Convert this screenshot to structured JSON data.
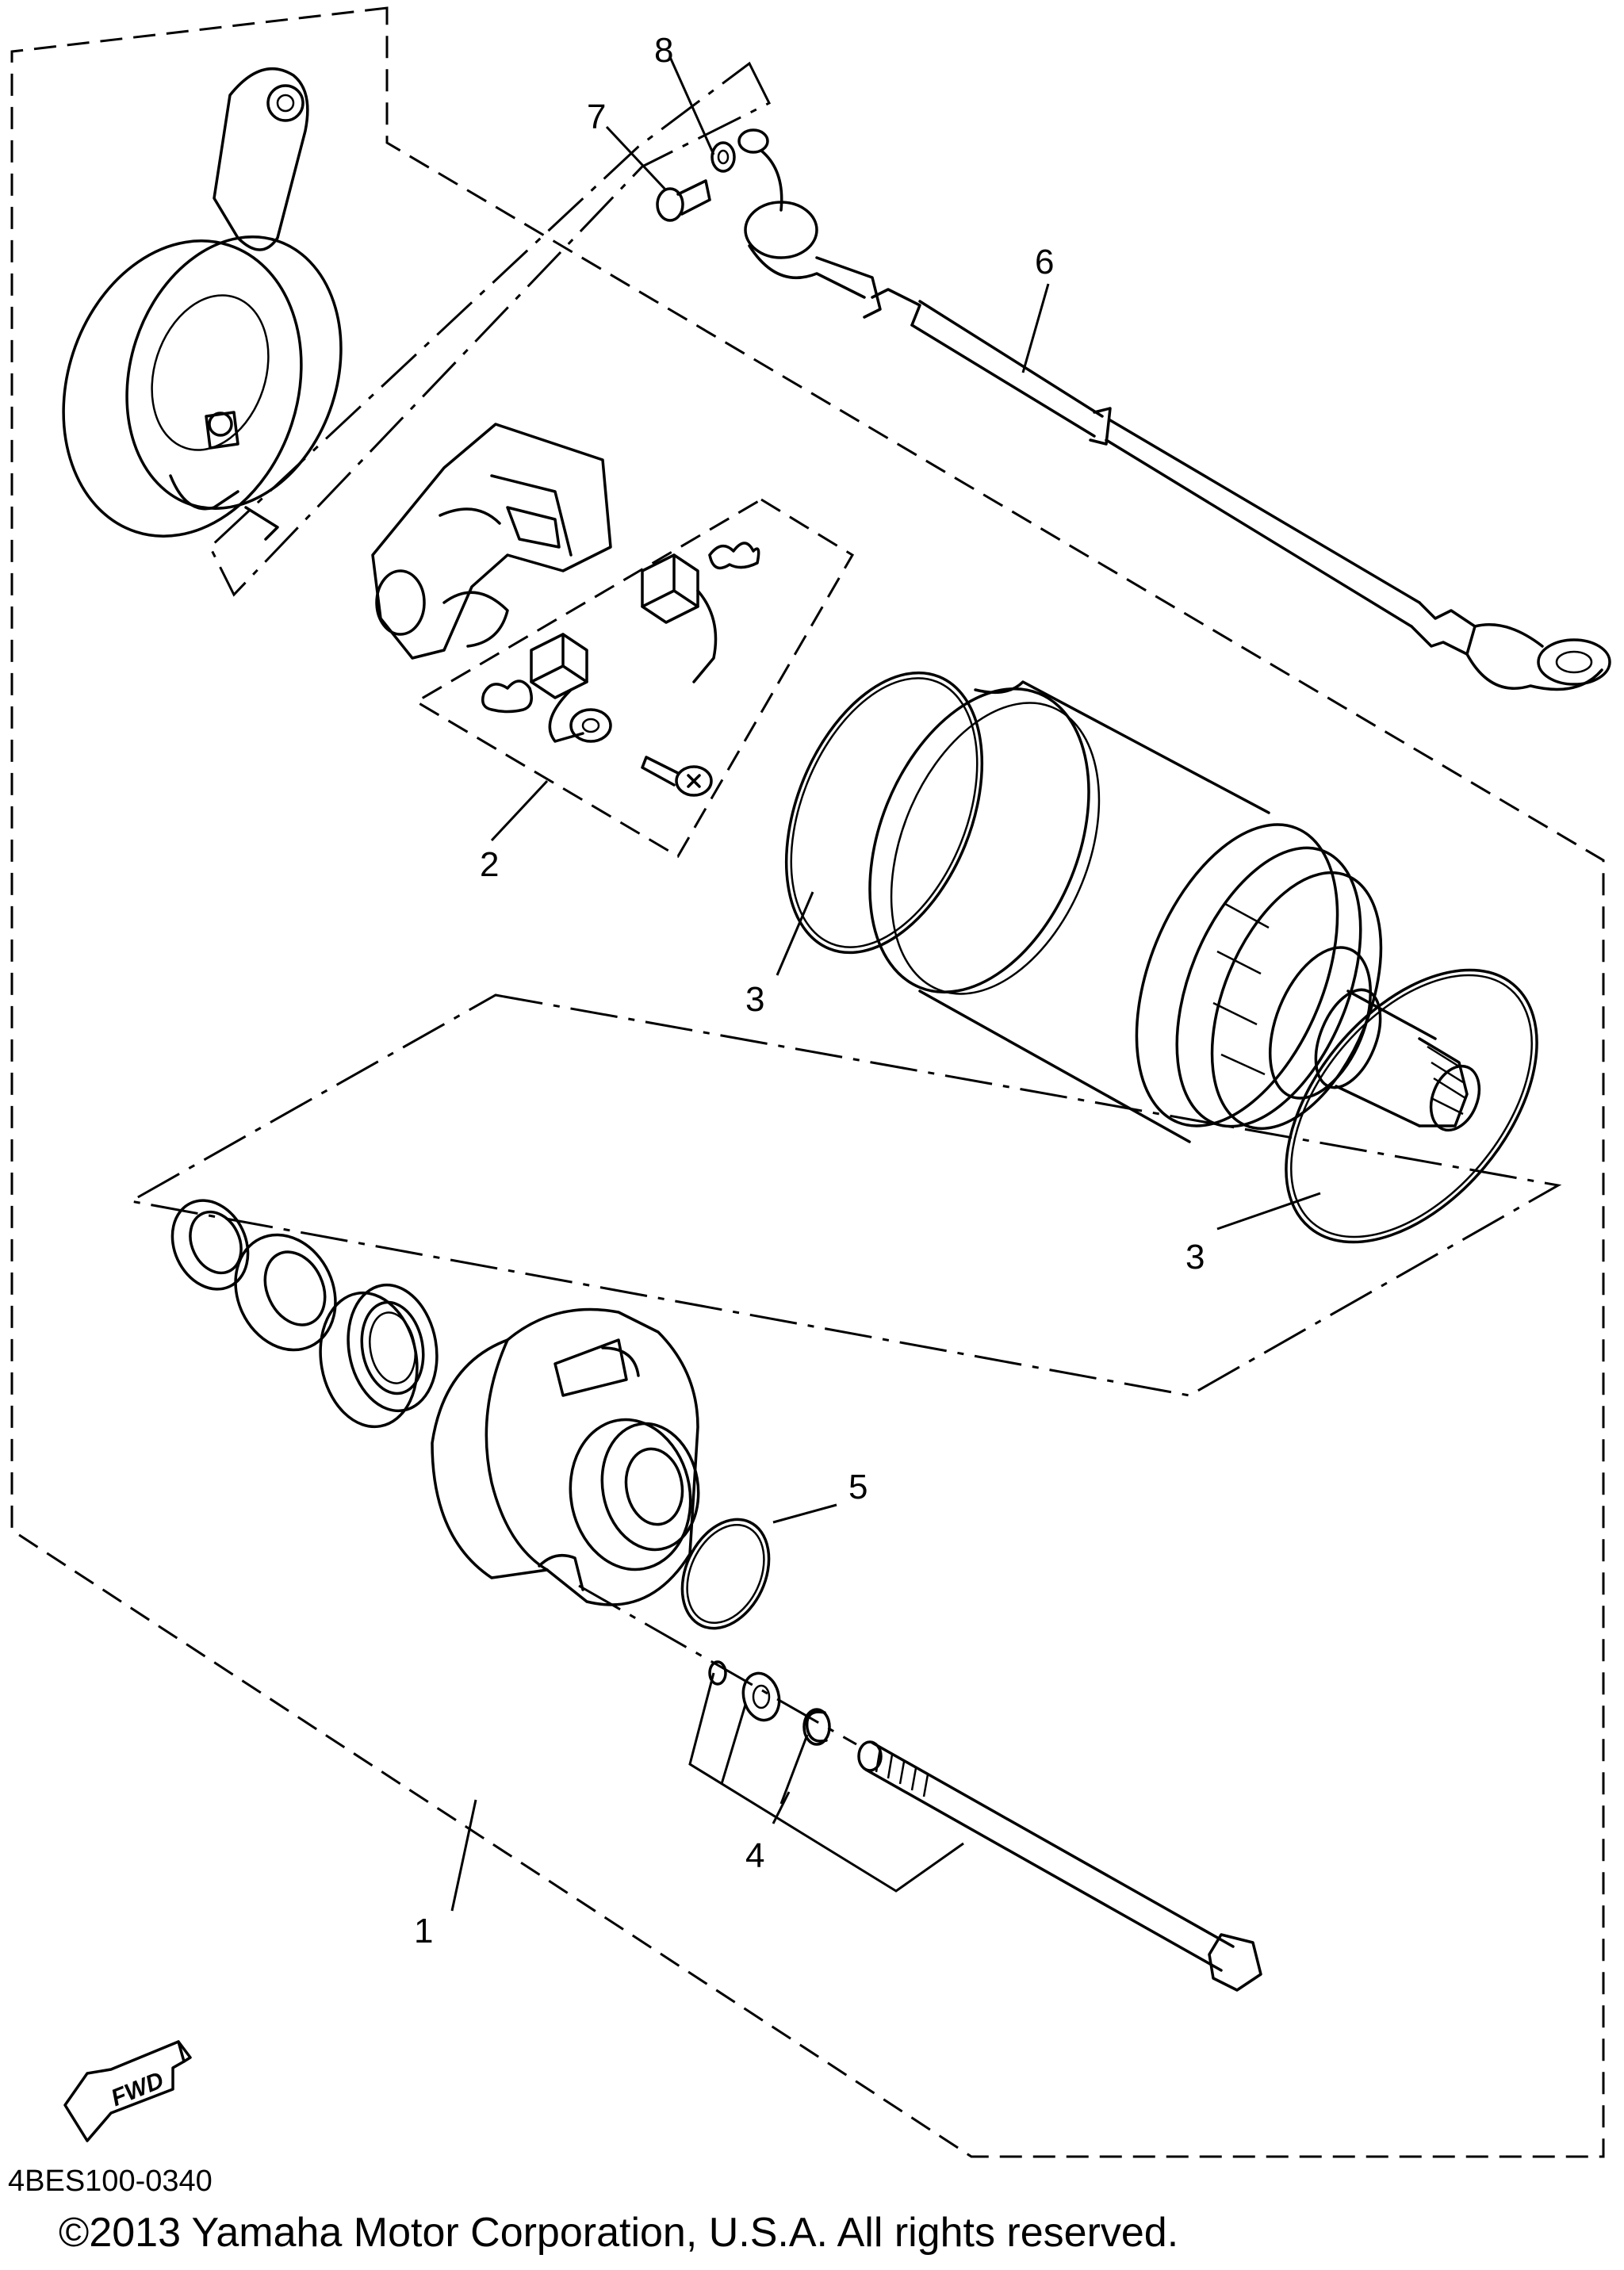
{
  "callouts": {
    "c1": "1",
    "c2": "2",
    "c3a": "3",
    "c3b": "3",
    "c4": "4",
    "c5": "5",
    "c6": "6",
    "c7": "7",
    "c8": "8"
  },
  "fwd_label": "FWD",
  "drawing_code": "4BES100-0340",
  "copyright": "©2013 Yamaha Motor Corporation, U.S.A. All rights reserved."
}
